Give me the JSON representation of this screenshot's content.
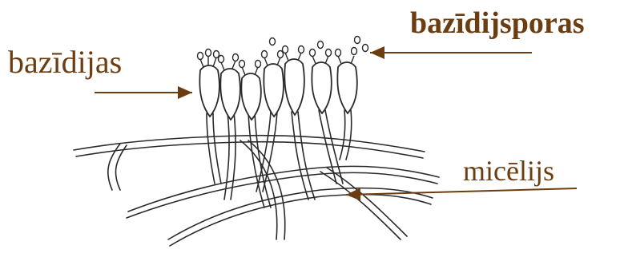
{
  "labels": {
    "basidia": "bazīdijas",
    "basidiospores": "bazīdijsporas",
    "mycelium": "micēlijs"
  },
  "colors": {
    "label_text": "#6b3d10",
    "arrow": "#6b3d10",
    "drawing_ink": "#2a2a2a"
  }
}
